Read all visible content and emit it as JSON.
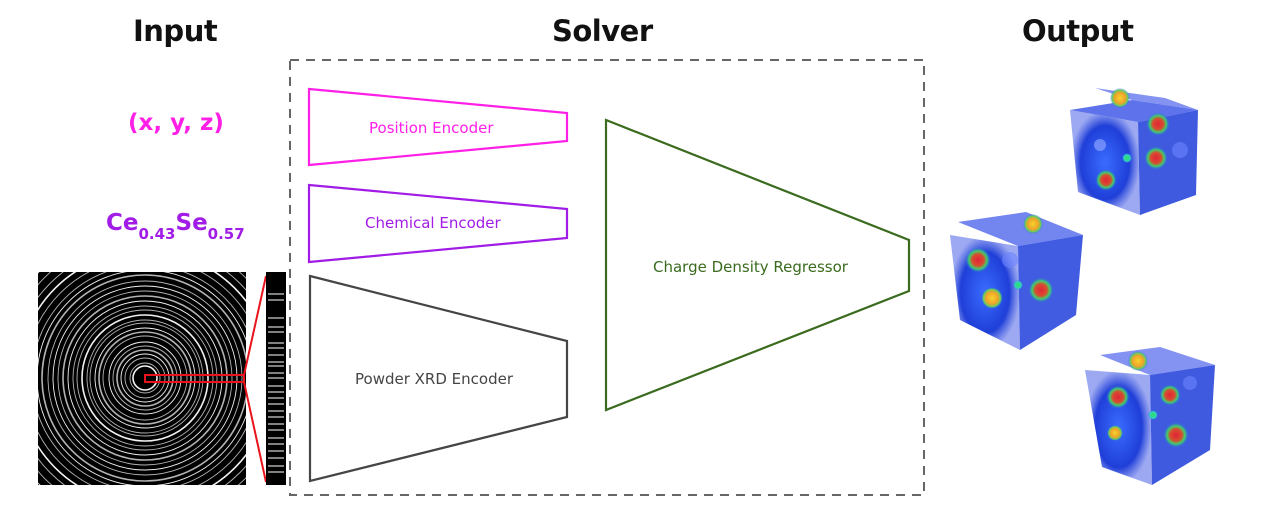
{
  "headings": {
    "input": "Input",
    "solver": "Solver",
    "output": "Output"
  },
  "input": {
    "coords": "(x, y, z)",
    "formula": {
      "el1": "Ce",
      "sub1": "0.43",
      "el2": "Se",
      "sub2": "0.57"
    }
  },
  "solver": {
    "position_encoder": "Position Encoder",
    "chemical_encoder": "Chemical Encoder",
    "xrd_encoder": "Powder XRD Encoder",
    "regressor": "Charge Density Regressor"
  },
  "colors": {
    "position": "#ff1fe6",
    "chemical": "#a11ce6",
    "xrd": "#454545",
    "regressor": "#3a6b1e",
    "highlight": "#e8131b",
    "dashed_box": "#666666"
  }
}
